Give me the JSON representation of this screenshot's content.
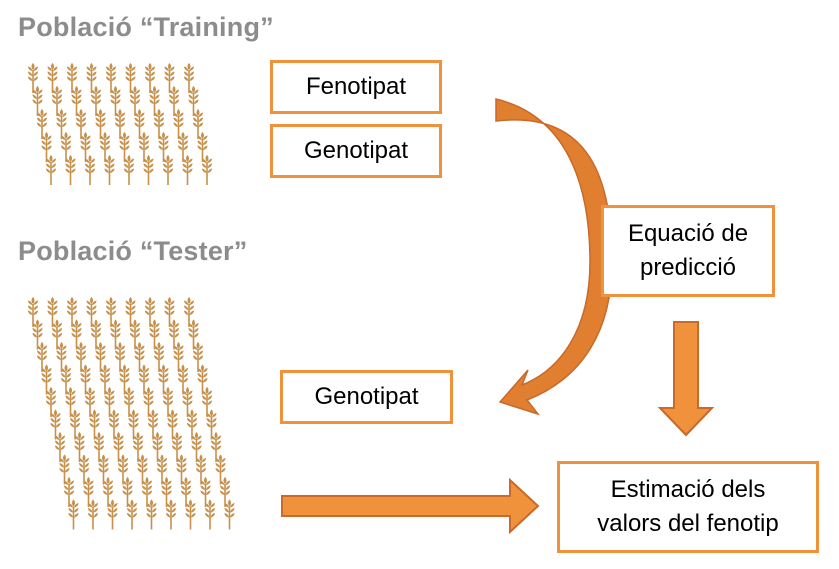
{
  "training": {
    "title": "Població “Training”",
    "boxes": {
      "phenotype": "Fenotipat",
      "genotype": "Genotipat"
    }
  },
  "tester": {
    "title": "Població “Tester”",
    "boxes": {
      "genotype": "Genotipat"
    }
  },
  "prediction_equation": {
    "line1": "Equació de",
    "line2": "predicció"
  },
  "estimation": {
    "line1": "Estimació dels",
    "line2": "valors del fenotip"
  },
  "colors": {
    "box_border": "#f0913c",
    "arrow_fill": "#e07f2f",
    "title_text": "#8c8c8c",
    "wheat": "#c6904a"
  }
}
